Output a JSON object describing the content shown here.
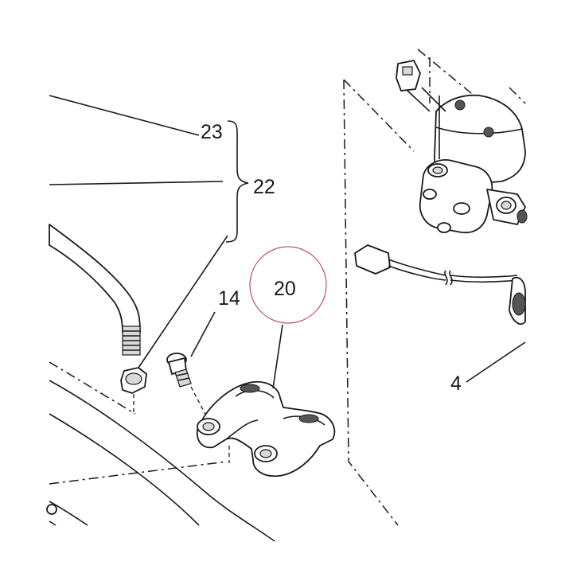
{
  "callouts": {
    "c23": "23",
    "c22": "22",
    "c14": "14",
    "c20": "20",
    "c4": "4"
  },
  "colors": {
    "ink": "#1a1a1a",
    "highlight_circle": "#b0304a"
  }
}
